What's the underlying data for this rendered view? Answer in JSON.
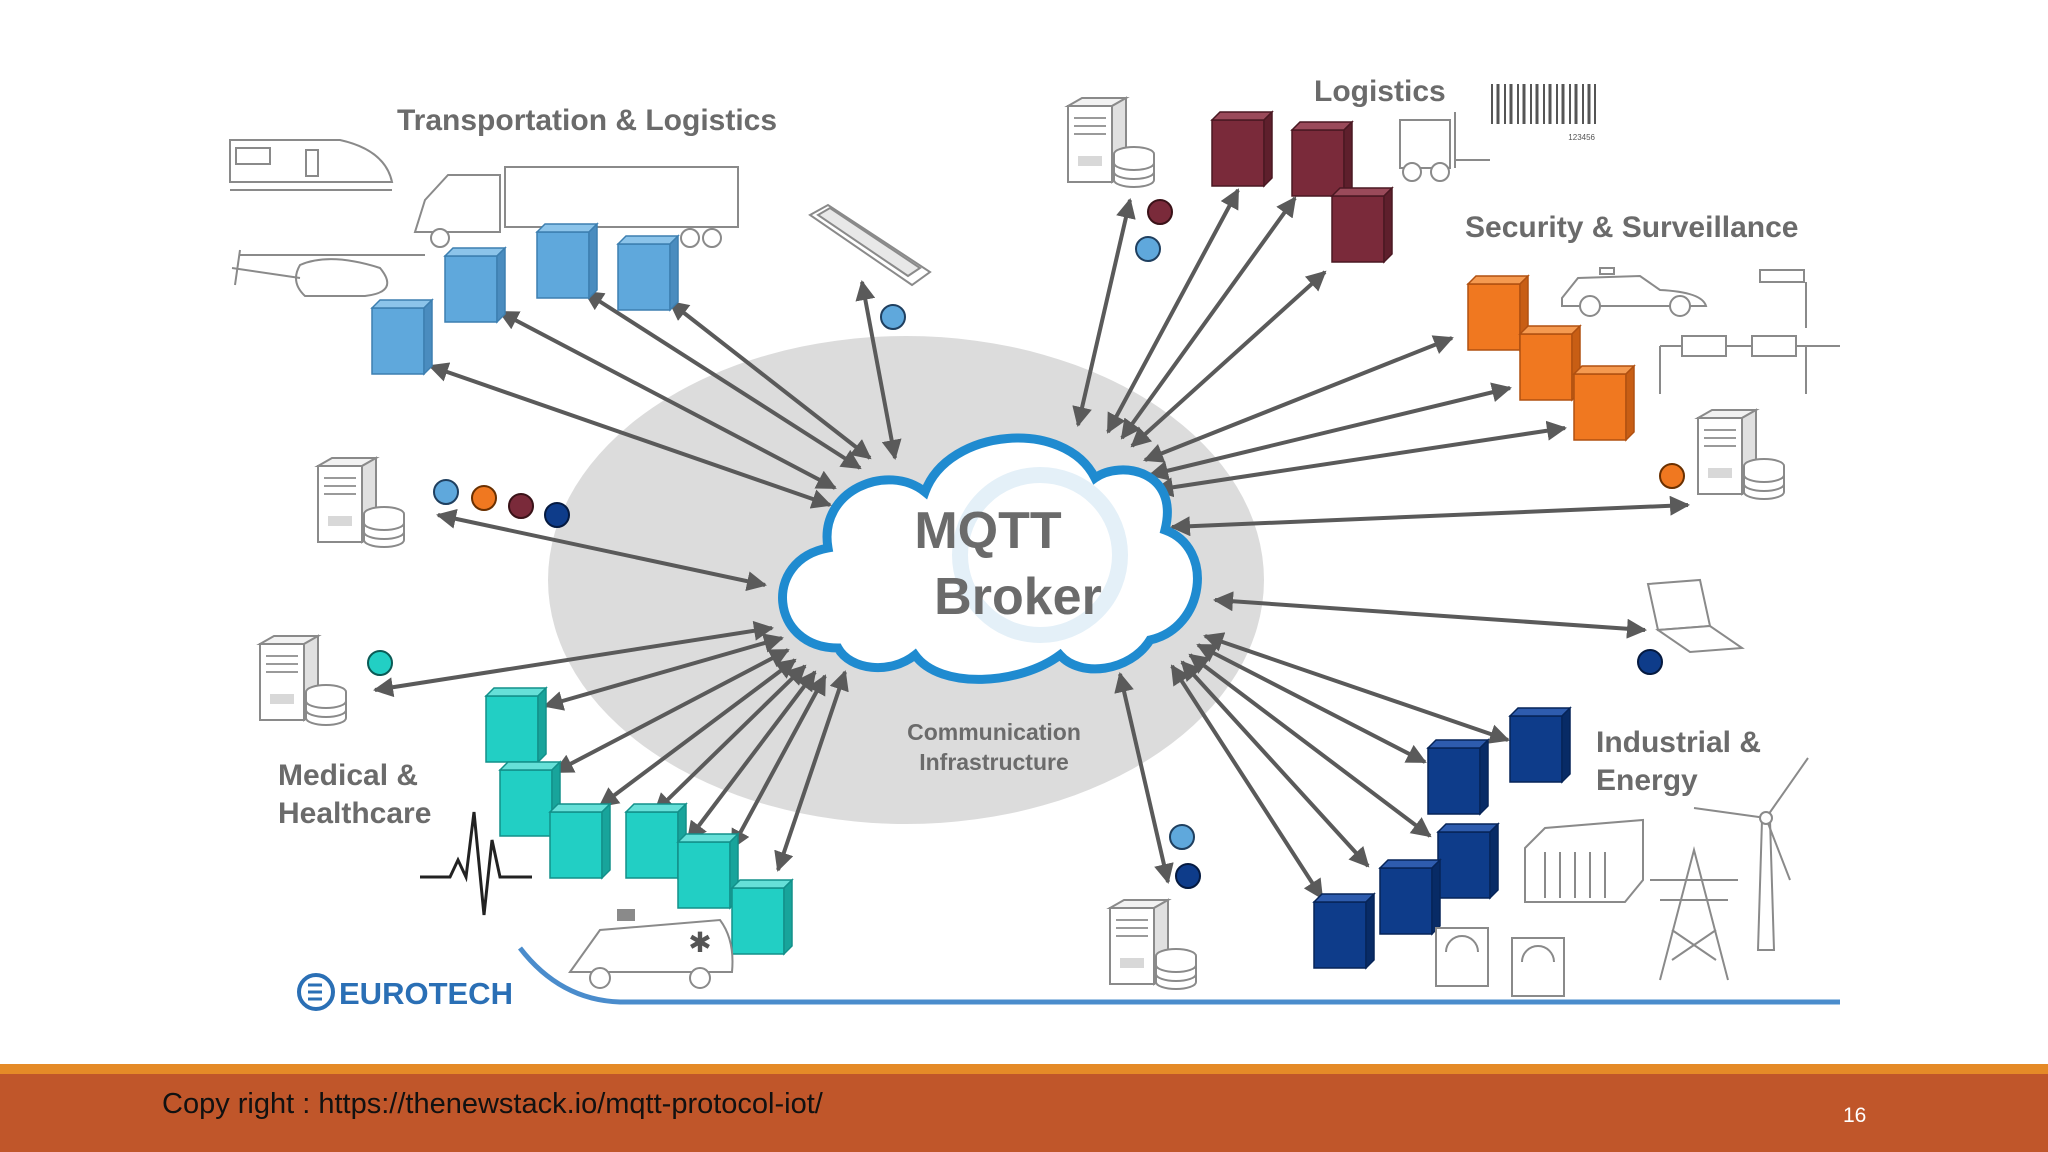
{
  "diagram": {
    "center": {
      "line1": "MQTT",
      "line2": "Broker"
    },
    "infrastructure": {
      "line1": "Communication",
      "line2": "Infrastructure"
    },
    "groups": {
      "transportation": "Transportation & Logistics",
      "logistics": "Logistics",
      "security": "Security & Surveillance",
      "medical": {
        "line1": "Medical &",
        "line2": "Healthcare"
      },
      "industrial": {
        "line1": "Industrial &",
        "line2": "Energy"
      }
    },
    "logo": "EUROTECH",
    "barcode_number": "123456",
    "colors": {
      "transport": "#5fa8dc",
      "logistics": "#7a2a3a",
      "security": "#f07820",
      "medical": "#22cfc4",
      "industrial": "#0e3c8a",
      "broker_outline": "#1f8bd0",
      "arrow": "#5a5a5a",
      "ellipse": "#dcdcdc"
    }
  },
  "footer": {
    "credit": "Copy right : https://thenewstack.io/mqtt-protocol-iot/",
    "page_number": "16"
  }
}
